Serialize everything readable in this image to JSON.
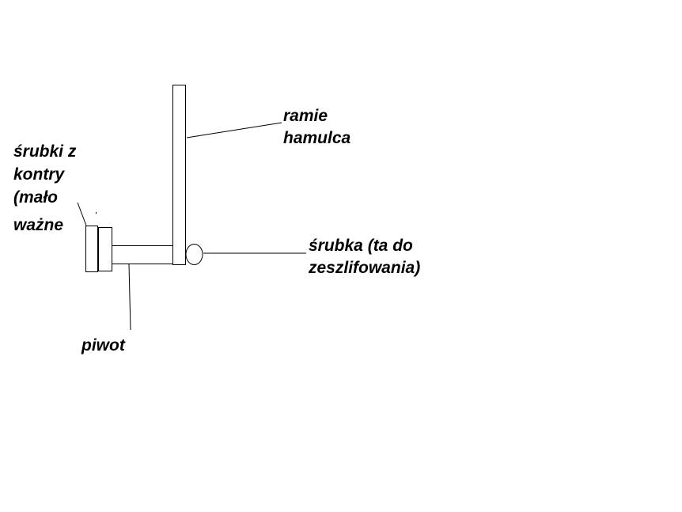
{
  "colors": {
    "background": "#ffffff",
    "ink": "#000000"
  },
  "labels": {
    "ramie": [
      "ramie",
      "hamulca"
    ],
    "srubki": [
      "śrubki z",
      "kontry",
      "(mało",
      "ważne"
    ],
    "srubka": [
      "śrubka (ta do",
      "zeszlifowania)"
    ],
    "piwot": [
      "piwot"
    ]
  }
}
